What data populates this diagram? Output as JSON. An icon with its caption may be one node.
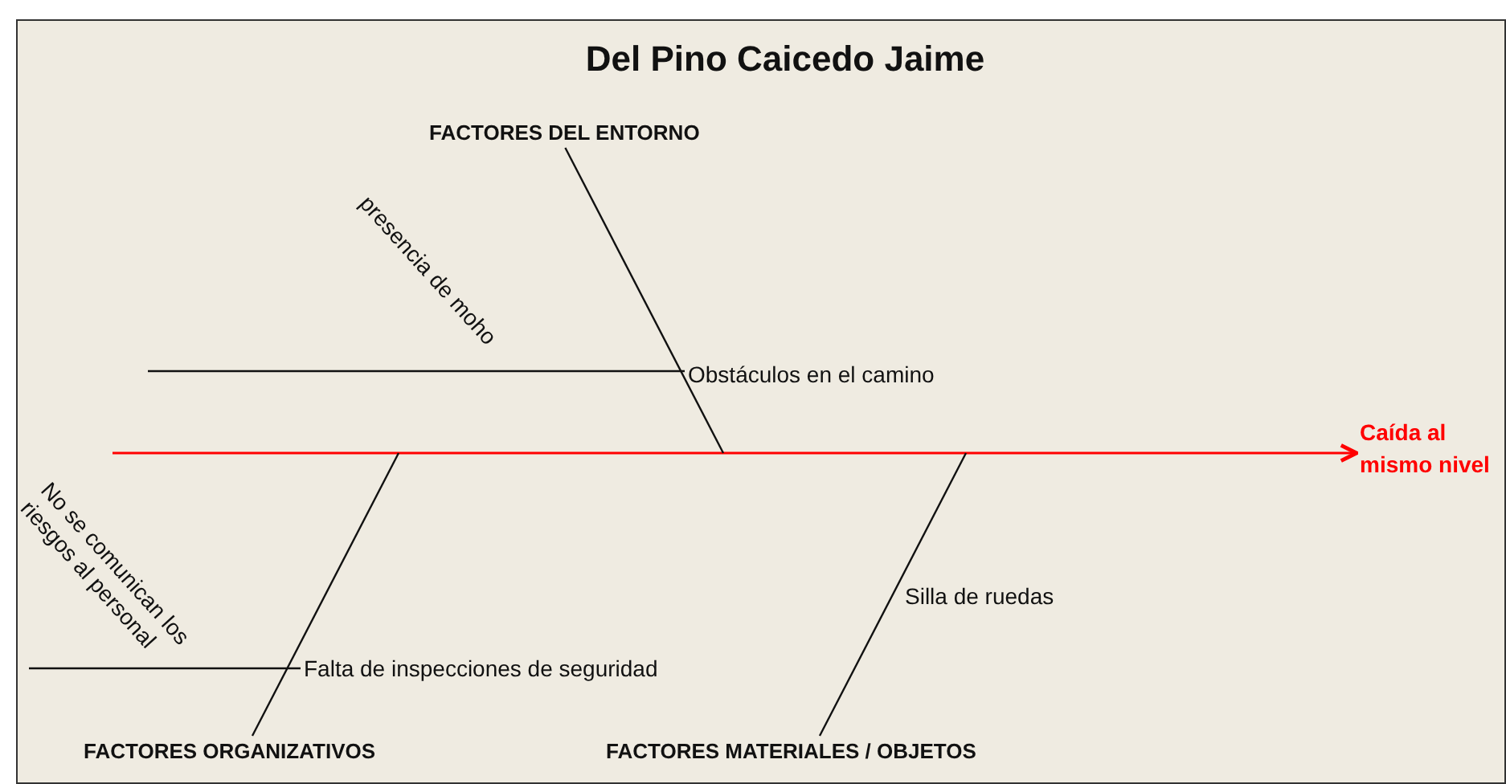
{
  "diagram": {
    "title": "Del Pino Caicedo Jaime",
    "nodes": [
      {
        "text": [
          "Caída al mismo nivel"
        ]
      },
      {
        "text": [
          "FACTORES DEL ENTORNO"
        ]
      },
      {
        "text": [
          "Obstáculos en el camino"
        ]
      },
      {
        "text": [
          "FACTORES ORGANIZATIVOS"
        ]
      },
      {
        "text": [
          "Falta de inspecciones de seguridad"
        ]
      },
      {
        "text": [
          "FACTORES MATERIALES / OBJETOS"
        ]
      }
    ],
    "edges": [
      {
        "from": null,
        "to": 0,
        "arrow": "to",
        "color": "#ff0000"
      },
      {
        "from": 1,
        "to": null,
        "arrow": "none"
      },
      {
        "from": 3,
        "to": null,
        "arrow": "none"
      },
      {
        "from": 5,
        "to": null,
        "arrow": "none"
      },
      {
        "from": null,
        "to": 2,
        "arrow": "none"
      },
      {
        "from": null,
        "to": 4,
        "arrow": "none"
      }
    ],
    "labels": [
      "presencia de moho",
      "No se comunican los riesgos al personal",
      "Silla de ruedas"
    ]
  }
}
